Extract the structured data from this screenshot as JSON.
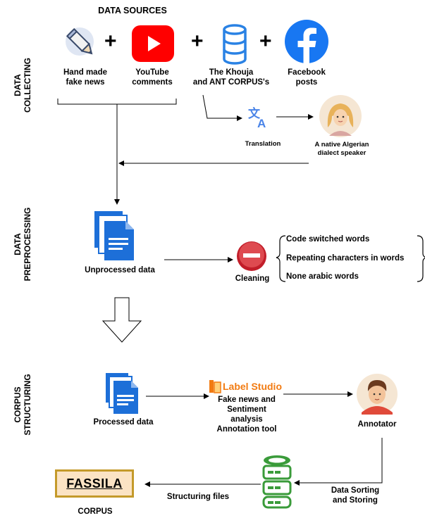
{
  "header": {
    "title": "DATA SOURCES"
  },
  "stages": {
    "collecting": [
      "DATA",
      "COLLECTING"
    ],
    "preprocessing": [
      "DATA",
      "PREPROCESSING"
    ],
    "structuring": [
      "CORPUS",
      "STRUCTURING"
    ]
  },
  "sources": {
    "handmade": [
      "Hand made",
      "fake news"
    ],
    "youtube": [
      "YouTube",
      "comments"
    ],
    "khouja": [
      "The Khouja",
      "and ANT CORPUS's"
    ],
    "facebook": [
      "Facebook",
      "posts"
    ]
  },
  "plus_sign": "+",
  "translation": {
    "label": "Translation",
    "speaker": [
      "A native Algerian",
      "dialect speaker"
    ]
  },
  "preprocessing": {
    "unprocessed": "Unprocessed data",
    "cleaning": "Cleaning",
    "items": [
      "Code switched words",
      "Repeating characters in words",
      "None arabic words"
    ]
  },
  "structuring": {
    "processed": "Processed data",
    "label_studio": "Label Studio",
    "tool": [
      "Fake news and",
      "Sentiment",
      "analysis",
      "Annotation tool"
    ],
    "annotator": "Annotator",
    "sorting": [
      "Data Sorting",
      "and Storing"
    ],
    "structuring_files": "Structuring files",
    "fassila": "FASSILA",
    "corpus": "CORPUS"
  },
  "colors": {
    "youtube": "#ff0000",
    "facebook": "#1877f2",
    "database": "#2a82e4",
    "doc": "#1d6fd8",
    "cleaning": "#d3323a",
    "storage": "#3a9b3a",
    "label_studio": "#f27b12",
    "fassila_border": "#c49a2a",
    "fassila_fill": "#fbe3c4"
  }
}
